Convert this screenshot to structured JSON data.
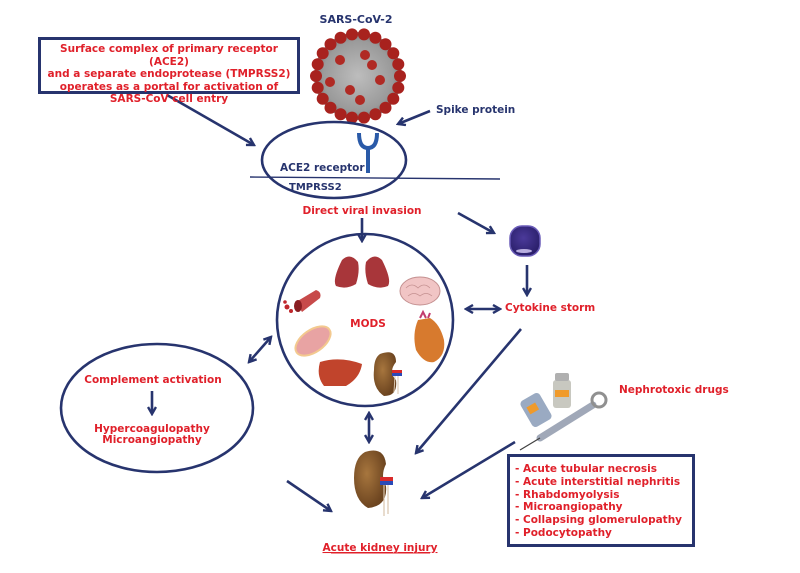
{
  "virus": {
    "title": "SARS-CoV-2",
    "spike_label": "Spike protein"
  },
  "portal_box": {
    "lines": [
      "Surface complex of primary receptor (ACE2)",
      "and a separate endoprotease (TMPRSS2)",
      "operates as a portal for activation of",
      "SARS-CoV cell entry"
    ]
  },
  "cell": {
    "receptor_label": "ACE2 receptor",
    "protease_label": "TMPRSS2",
    "invasion_label": "Direct viral invasion"
  },
  "mods": {
    "label": "MODS",
    "organs": [
      "lungs",
      "brain",
      "heart",
      "kidney",
      "liver",
      "muscle",
      "blood-vessel"
    ]
  },
  "cytokine": {
    "label": "Cytokine storm"
  },
  "complement": {
    "title": "Complement activation",
    "result_lines": [
      "Hypercoagulopathy",
      "Microangiopathy"
    ]
  },
  "drugs": {
    "label": "Nephrotoxic drugs"
  },
  "causes": {
    "items": [
      "- Acute tubular necrosis",
      "- Acute interstitial nephritis",
      "- Rhabdomyolysis",
      "- Microangiopathy",
      "- Collapsing glomerulopathy",
      "- Podocytopathy"
    ]
  },
  "outcome": {
    "label": "Acute kidney injury"
  },
  "colors": {
    "accent_red": "#e0202a",
    "navy": "#27346e"
  }
}
